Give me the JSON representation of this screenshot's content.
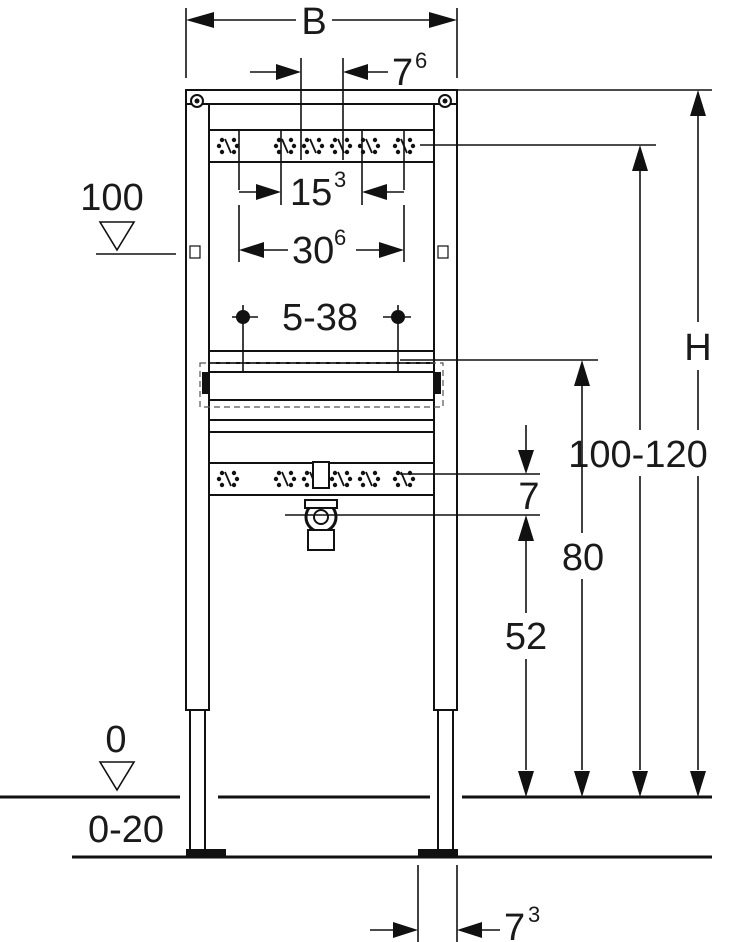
{
  "dimensions": {
    "width": "B",
    "bracket_offset": {
      "base": "7",
      "sup": "6"
    },
    "hole_inner": {
      "base": "15",
      "sup": "3"
    },
    "hole_outer": {
      "base": "30",
      "sup": "6"
    },
    "mounting_range": "5-38",
    "height": "H",
    "fixing_height": "100-120",
    "bracket_spacing": "7",
    "drain_height": "52",
    "mid_height": "80",
    "foot_offset": {
      "base": "7",
      "sup": "3"
    }
  },
  "levels": {
    "reference": "100",
    "floor": "0",
    "floor_range": "0-20"
  }
}
